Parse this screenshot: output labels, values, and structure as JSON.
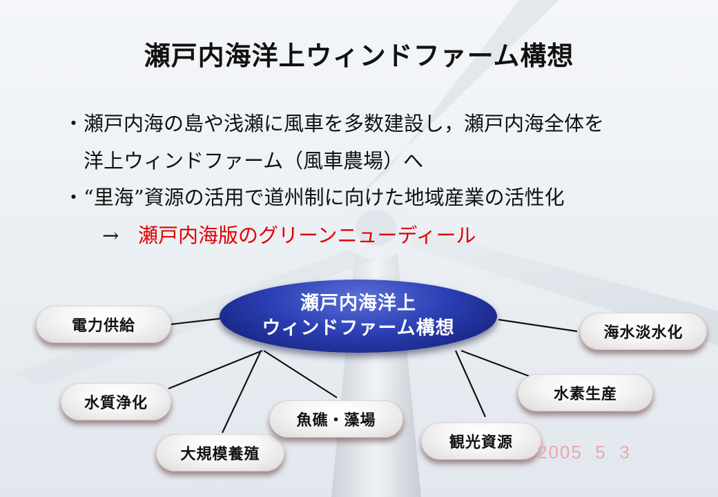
{
  "title": "瀬戸内海洋上ウィンドファーム構想",
  "bullets": {
    "b1_line1": "・瀬戸内海の島や浅瀬に風車を多数建設し，瀬戸内海全体を",
    "b1_line2": "洋上ウィンドファーム（風車農場）へ",
    "b2": "・“里海”資源の活用で道州制に向けた地域産業の活性化",
    "arrow": "→",
    "highlight": "瀬戸内海版のグリーンニューディール"
  },
  "diagram": {
    "center_line1": "瀬戸内海洋上",
    "center_line2": "ウィンドファーム構想",
    "nodes": {
      "power": "電力供給",
      "water": "水質浄化",
      "aquaculture": "大規模養殖",
      "reef": "魚礁・藻場",
      "tourism": "観光資源",
      "hydrogen": "水素生産",
      "desal": "海水淡水化"
    }
  },
  "date_stamp": "2005  5  3",
  "colors": {
    "highlight": "#e00000",
    "center_node": "#2c3fb4"
  }
}
